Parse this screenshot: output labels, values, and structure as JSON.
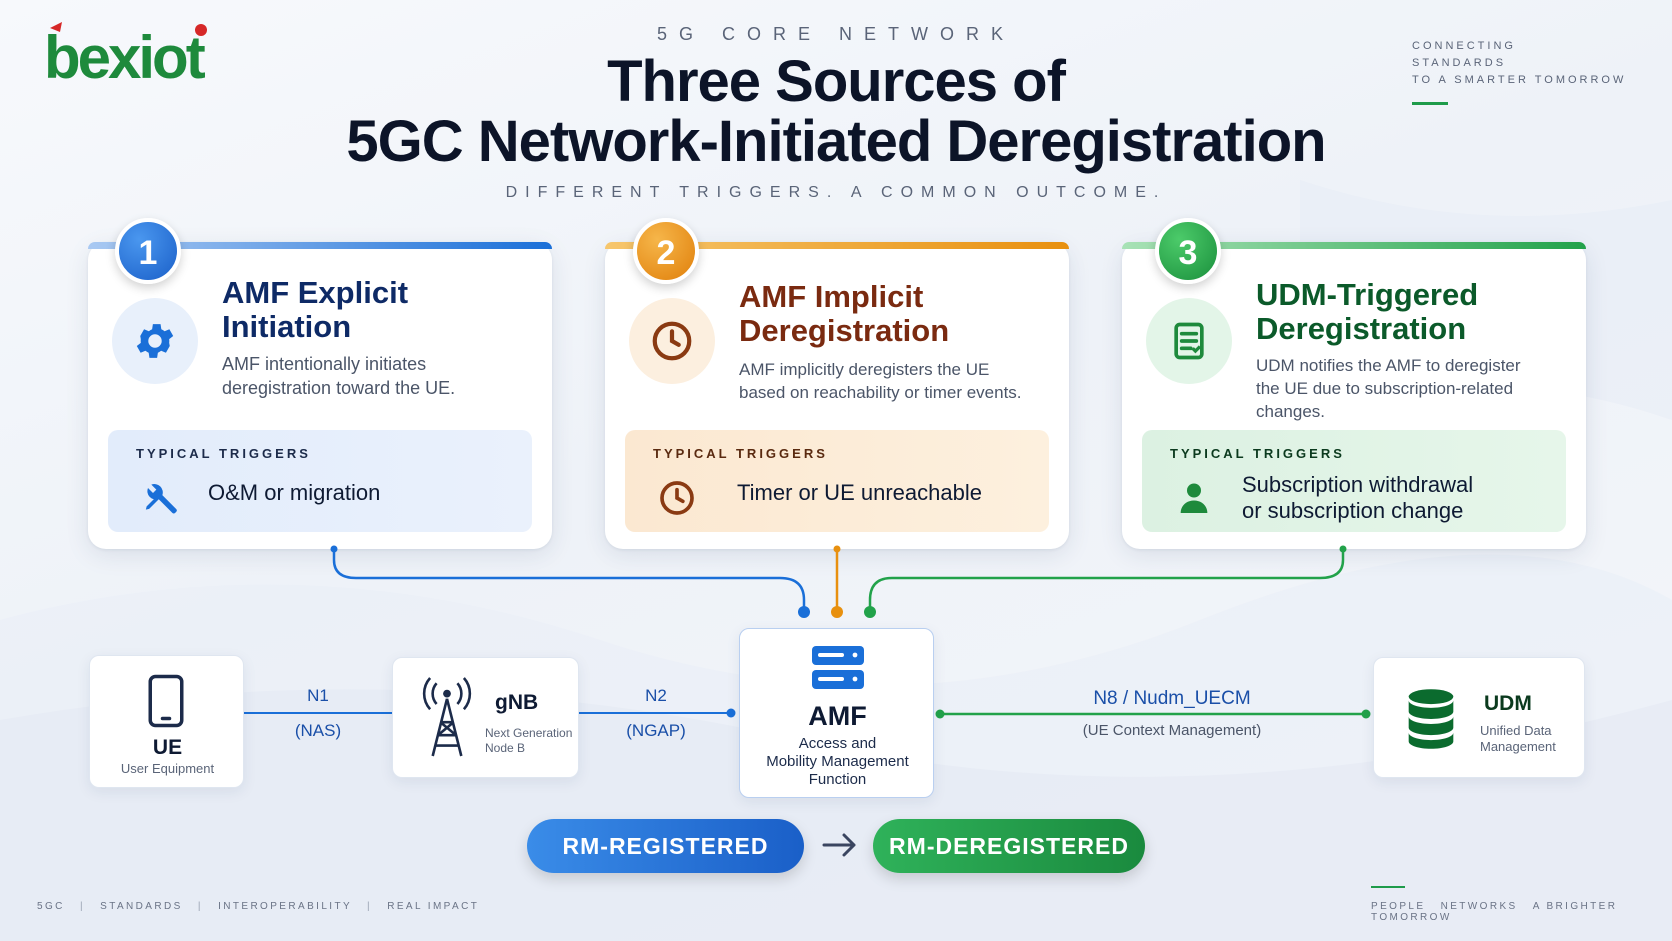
{
  "brand": {
    "logo_text": "bexiot",
    "green": "#1e8a3c",
    "red": "#d62828"
  },
  "header": {
    "eyebrow": "5G CORE NETWORK",
    "title_line1": "Three Sources of",
    "title_line2": "5GC Network-Initiated Deregistration",
    "subtitle": "DIFFERENT TRIGGERS. A COMMON OUTCOME."
  },
  "tagline_right": [
    "CONNECTING",
    "STANDARDS",
    "TO A SMARTER TOMORROW"
  ],
  "cards": [
    {
      "number": "1",
      "title_line1": "AMF Explicit",
      "title_line2": "Initiation",
      "desc_line1": "AMF intentionally initiates",
      "desc_line2": "deregistration toward the UE.",
      "desc_line3": "",
      "triggers_label": "TYPICAL TRIGGERS",
      "trigger_line1": "O&M or migration",
      "trigger_line2": "",
      "icon": "gear-icon",
      "trigger_icon": "tools-icon",
      "accent": "#1a6fd8"
    },
    {
      "number": "2",
      "title_line1": "AMF Implicit",
      "title_line2": "Deregistration",
      "desc_line1": "AMF implicitly deregisters the UE",
      "desc_line2": "based on reachability or timer events.",
      "desc_line3": "",
      "triggers_label": "TYPICAL TRIGGERS",
      "trigger_line1": "Timer or UE unreachable",
      "trigger_line2": "",
      "icon": "clock-icon",
      "trigger_icon": "clock-icon",
      "accent": "#e8900f"
    },
    {
      "number": "3",
      "title_line1": "UDM-Triggered",
      "title_line2": "Deregistration",
      "desc_line1": "UDM notifies the AMF to deregister",
      "desc_line2": "the UE due to subscription-related",
      "desc_line3": "changes.",
      "triggers_label": "TYPICAL TRIGGERS",
      "trigger_line1": "Subscription withdrawal",
      "trigger_line2": "or subscription change",
      "icon": "document-icon",
      "trigger_icon": "user-icon",
      "accent": "#22a24a"
    }
  ],
  "nodes": {
    "ue": {
      "title": "UE",
      "subtitle": "User Equipment"
    },
    "gnb": {
      "title": "gNB",
      "subtitle_line1": "Next Generation",
      "subtitle_line2": "Node B"
    },
    "amf": {
      "title": "AMF",
      "subtitle_line1": "Access and",
      "subtitle_line2": "Mobility Management",
      "subtitle_line3": "Function"
    },
    "udm": {
      "title": "UDM",
      "subtitle_line1": "Unified Data",
      "subtitle_line2": "Management"
    }
  },
  "links": {
    "n1": {
      "name": "N1",
      "protocol": "(NAS)"
    },
    "n2": {
      "name": "N2",
      "protocol": "(NGAP)"
    },
    "n8": {
      "name": "N8 / Nudm_UECM",
      "protocol": "(UE Context Management)"
    }
  },
  "states": {
    "from": "RM-REGISTERED",
    "to": "RM-DEREGISTERED"
  },
  "footer_left": [
    "5GC",
    "STANDARDS",
    "INTEROPERABILITY",
    "REAL IMPACT"
  ],
  "footer_right": [
    "PEOPLE",
    "NETWORKS",
    "A BRIGHTER TOMORROW"
  ]
}
